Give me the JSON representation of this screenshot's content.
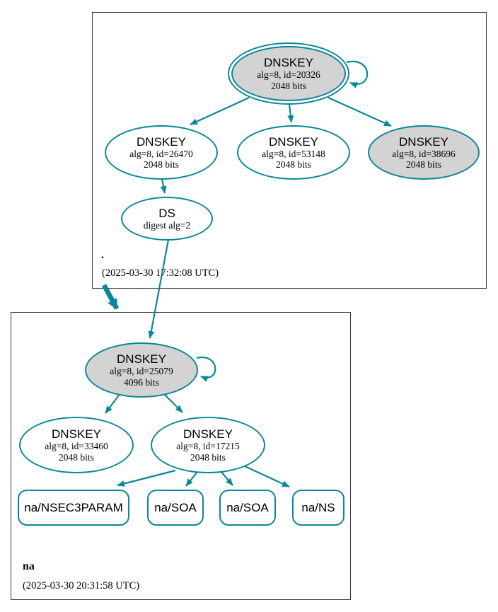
{
  "colors": {
    "edge": "#0a879a",
    "gray": "#d3d3d3",
    "boxline": "#3a3a3a"
  },
  "zones": [
    {
      "label": ".",
      "timestamp": "(2025-03-30 17:32:08 UTC)",
      "nodes": [
        {
          "title": "DNSKEY",
          "detail": "alg=8, id=20326",
          "bits": "2048 bits",
          "style": "trust-anchor double-border, gray fill, self-signing loop"
        },
        {
          "title": "DNSKEY",
          "detail": "alg=8, id=26470",
          "bits": "2048 bits",
          "style": "white fill"
        },
        {
          "title": "DNSKEY",
          "detail": "alg=8, id=53148",
          "bits": "2048 bits",
          "style": "white fill"
        },
        {
          "title": "DNSKEY",
          "detail": "alg=8, id=38696",
          "bits": "2048 bits",
          "style": "gray fill"
        },
        {
          "title": "DS",
          "detail": "digest alg=2",
          "style": "white fill"
        }
      ]
    },
    {
      "label": "na",
      "timestamp": "(2025-03-30 20:31:58 UTC)",
      "nodes": [
        {
          "title": "DNSKEY",
          "detail": "alg=8, id=25079",
          "bits": "4096 bits",
          "style": "gray fill, self-signing loop"
        },
        {
          "title": "DNSKEY",
          "detail": "alg=8, id=33460",
          "bits": "2048 bits",
          "style": "white fill"
        },
        {
          "title": "DNSKEY",
          "detail": "alg=8, id=17215",
          "bits": "2048 bits",
          "style": "white fill"
        }
      ],
      "rrsets": [
        {
          "label": "na/NSEC3PARAM"
        },
        {
          "label": "na/SOA"
        },
        {
          "label": "na/SOA"
        },
        {
          "label": "na/NS"
        }
      ]
    }
  ]
}
